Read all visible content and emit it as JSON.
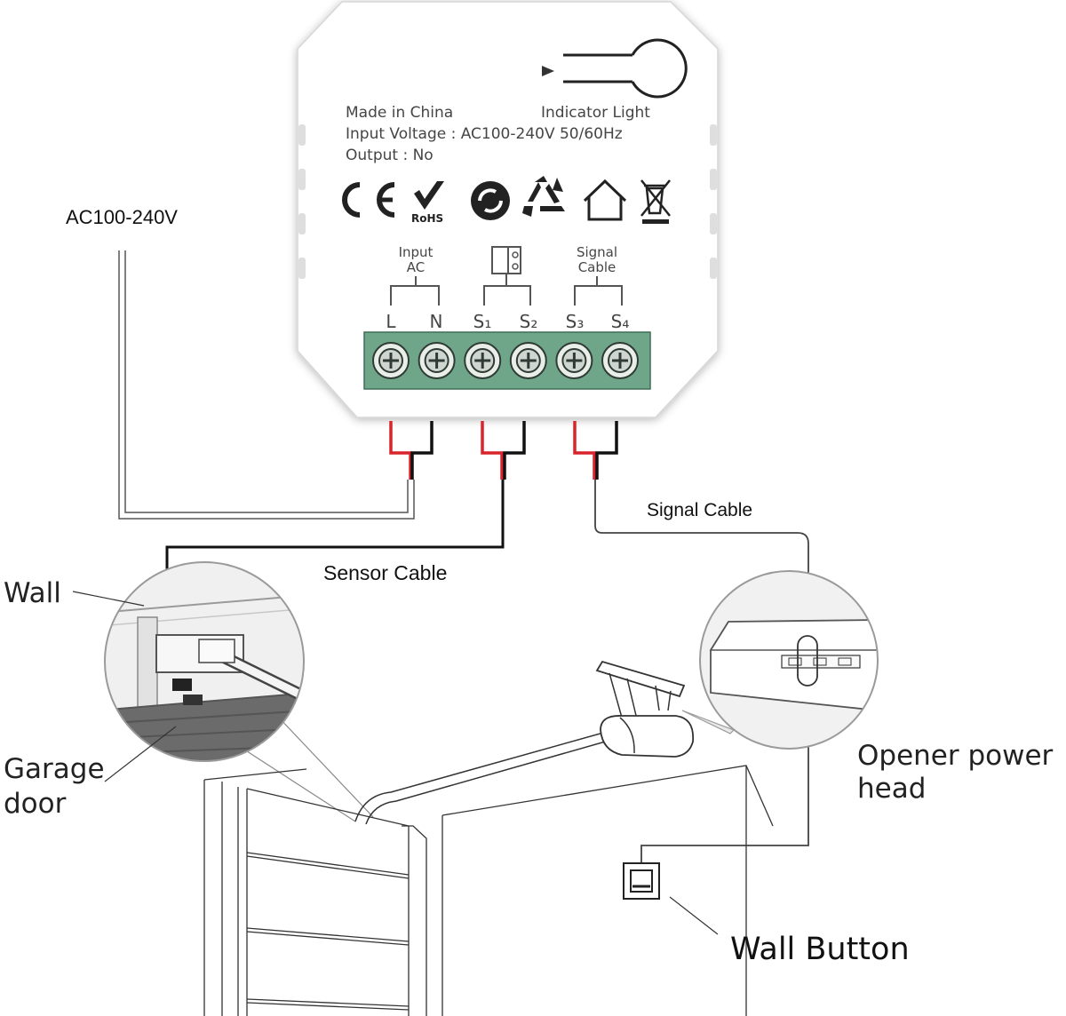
{
  "device": {
    "made_in": "Made in China",
    "indicator_label": "Indicator Light",
    "input_voltage": "Input Voltage : AC100-240V 50/60Hz",
    "output": "Output :  No",
    "input_group_line1": "Input",
    "input_group_line2": "AC",
    "signal_group_line1": "Signal",
    "signal_group_line2": "Cable",
    "terminals": [
      "L",
      "N",
      "S₁",
      "S₂",
      "S₃",
      "S₄"
    ],
    "rohs_mark": "RoHS",
    "certification_icons": [
      "ce-mark-icon",
      "rohs-check-icon",
      "green-dot-recycle-icon",
      "recycle-triangle-icon",
      "house-icon",
      "weee-crossed-bin-icon"
    ]
  },
  "labels": {
    "ac_supply": "AC100-240V",
    "signal_cable": "Signal Cable",
    "sensor_cable": "Sensor Cable",
    "wall": "Wall",
    "garage_door_line1": "Garage",
    "garage_door_line2": "door",
    "opener_line1": "Opener power",
    "opener_line2": "head",
    "wall_button": "Wall Button"
  },
  "colors": {
    "terminal_block": "#6fa68a",
    "wire_red": "#d8242a",
    "wire_black": "#111111",
    "device_body": "#ffffff"
  }
}
